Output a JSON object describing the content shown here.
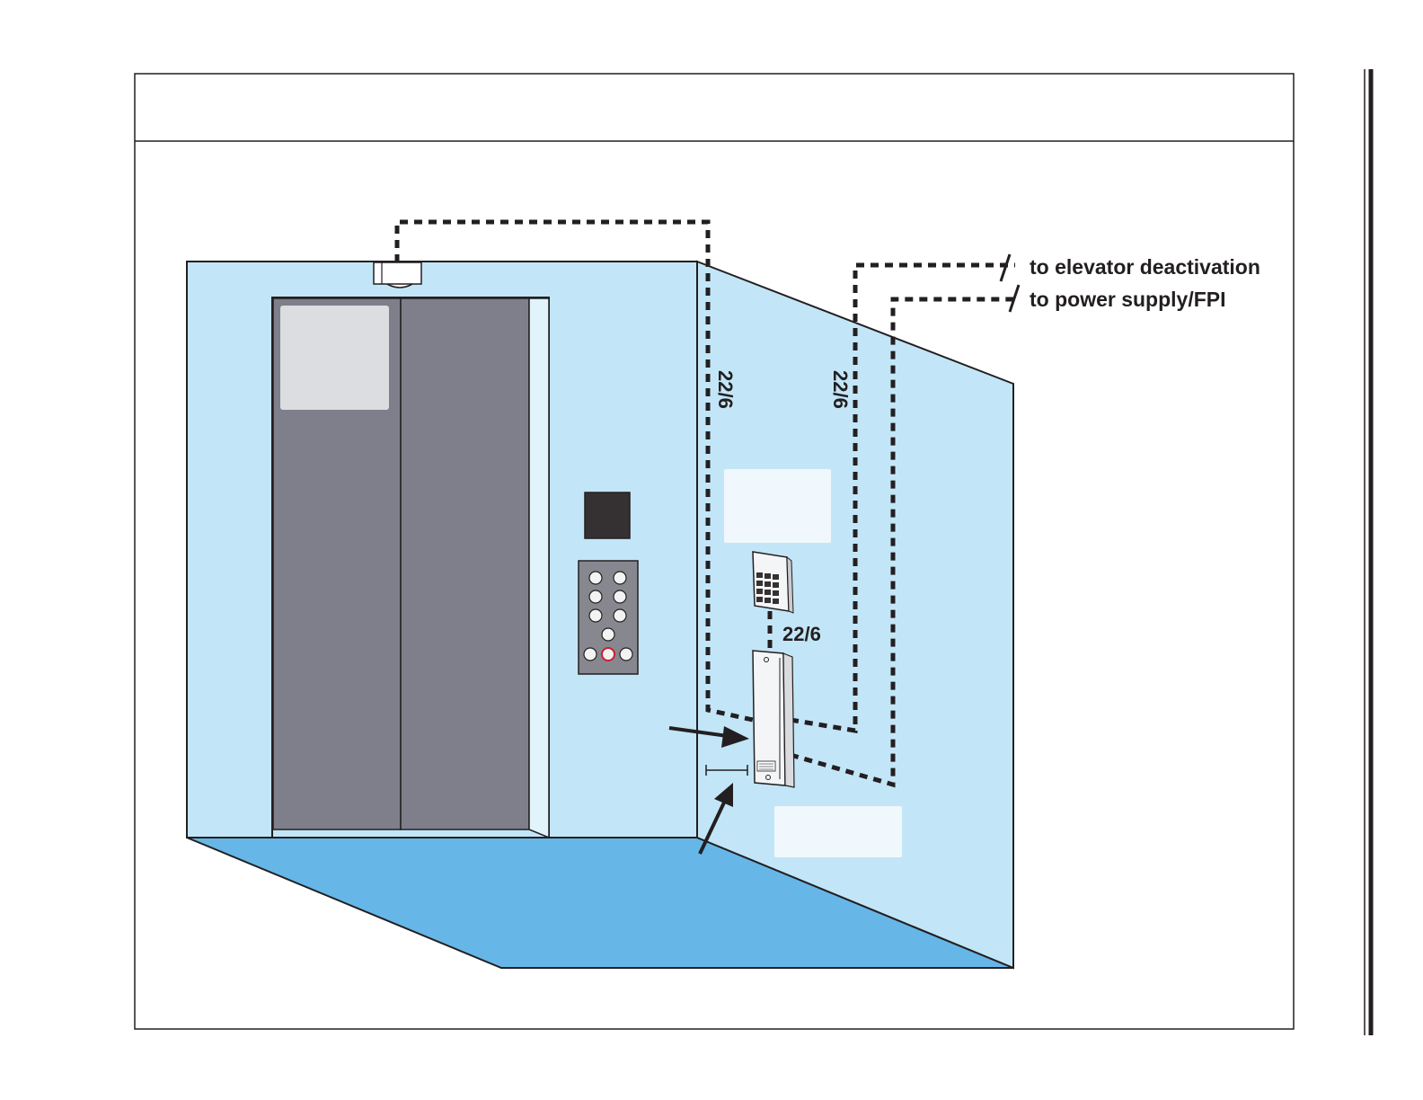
{
  "labels": {
    "route_elevator": "to elevator deactivation",
    "route_power": "to power supply/FPI",
    "wire_left": "22/6",
    "wire_right": "22/6",
    "wire_keypad": "22/6"
  },
  "icons": {
    "ceiling_device": "ceiling-sensor-icon",
    "keypad": "keypad-icon",
    "controller": "controller-unit-icon",
    "arrow": "arrow-icon"
  },
  "colors": {
    "wall": "#c2e6f7",
    "floor": "#66b6e8",
    "door": "#7e7f8a",
    "panel": "#87888f",
    "display": "#353132",
    "line": "#231f20",
    "placeholder": "#f0f8fd"
  }
}
